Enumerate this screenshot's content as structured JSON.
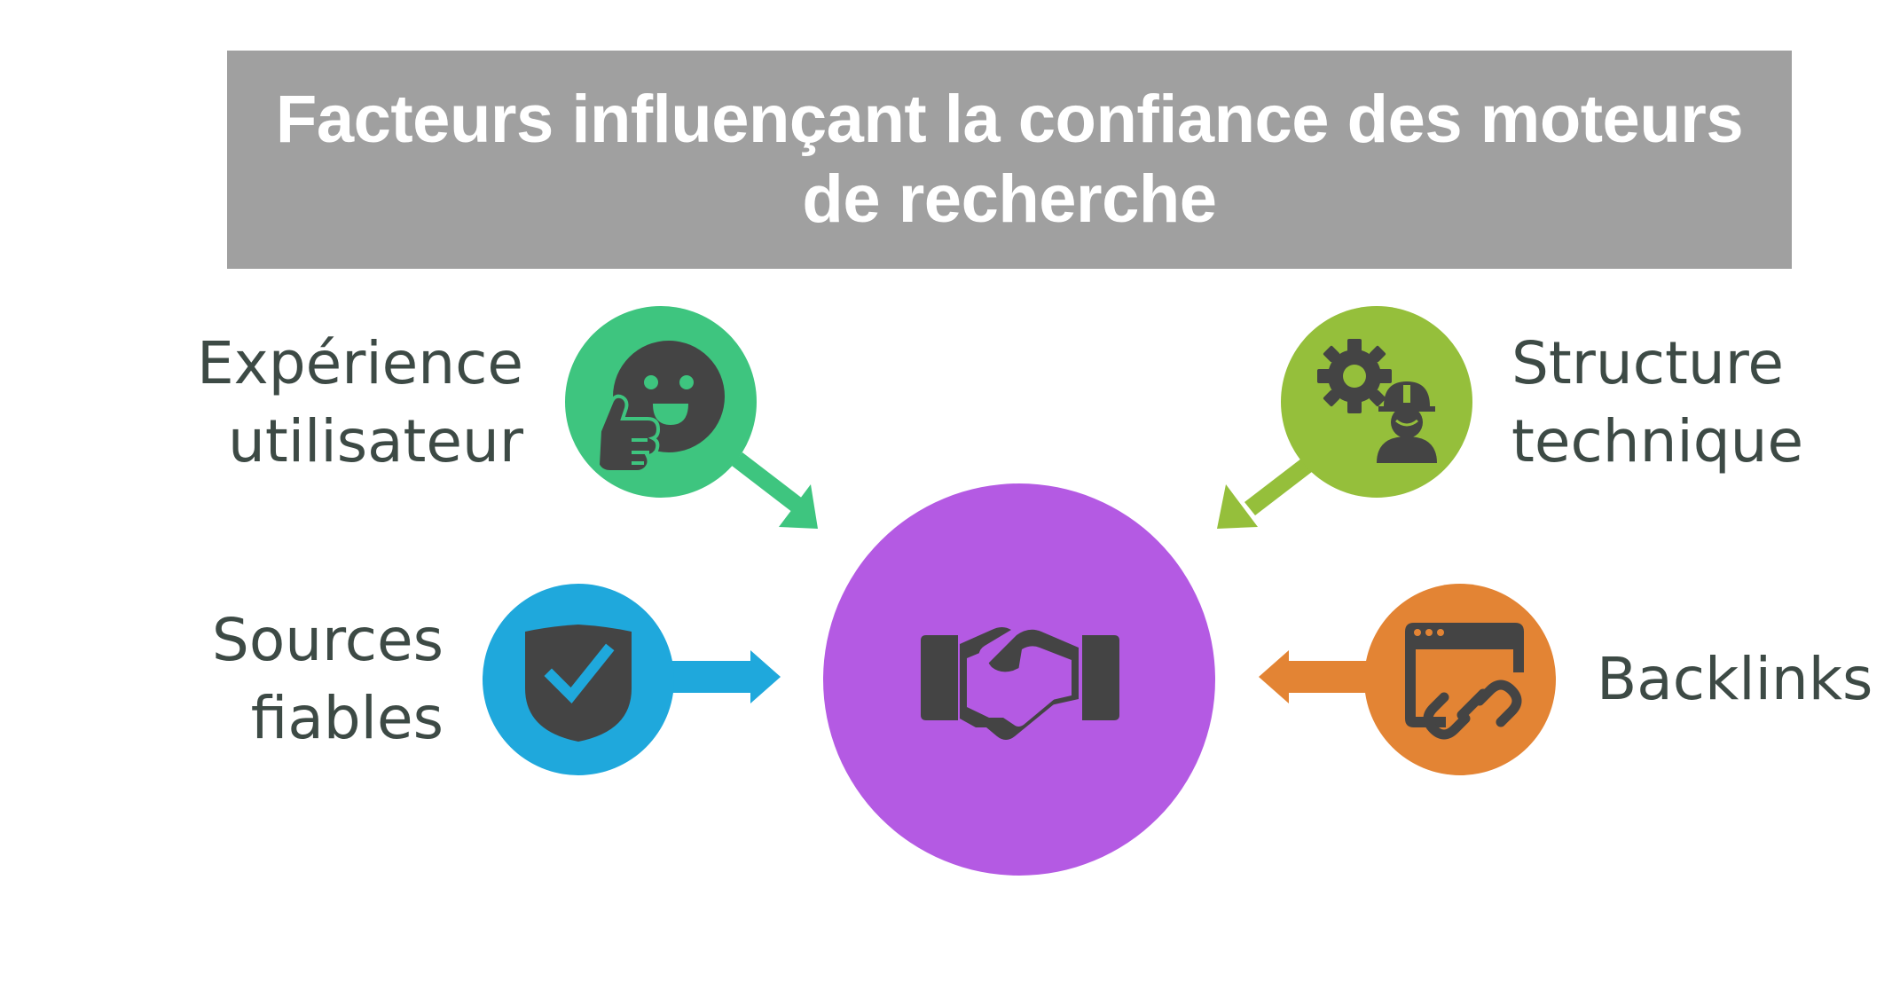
{
  "title": "Facteurs influençant la confiance des moteurs de recherche",
  "center": {
    "icon": "handshake-icon",
    "color": "#b45ae3"
  },
  "factors": [
    {
      "id": "experience",
      "label_line1": "Expérience",
      "label_line2": "utilisateur",
      "icon": "smiley-thumbs-up-icon",
      "color": "#3ec57f"
    },
    {
      "id": "structure",
      "label_line1": "Structure",
      "label_line2": "technique",
      "icon": "gear-worker-icon",
      "color": "#95bf3b"
    },
    {
      "id": "sources",
      "label_line1": "Sources",
      "label_line2": "fiables",
      "icon": "shield-check-icon",
      "color": "#1fa8dc"
    },
    {
      "id": "backlinks",
      "label_line1": "Backlinks",
      "icon": "browser-link-icon",
      "color": "#e38434"
    }
  ],
  "colors": {
    "title_bg": "#a0a0a0",
    "title_text": "#ffffff",
    "label_text": "#3d4a45",
    "icon_dark": "#444444"
  }
}
